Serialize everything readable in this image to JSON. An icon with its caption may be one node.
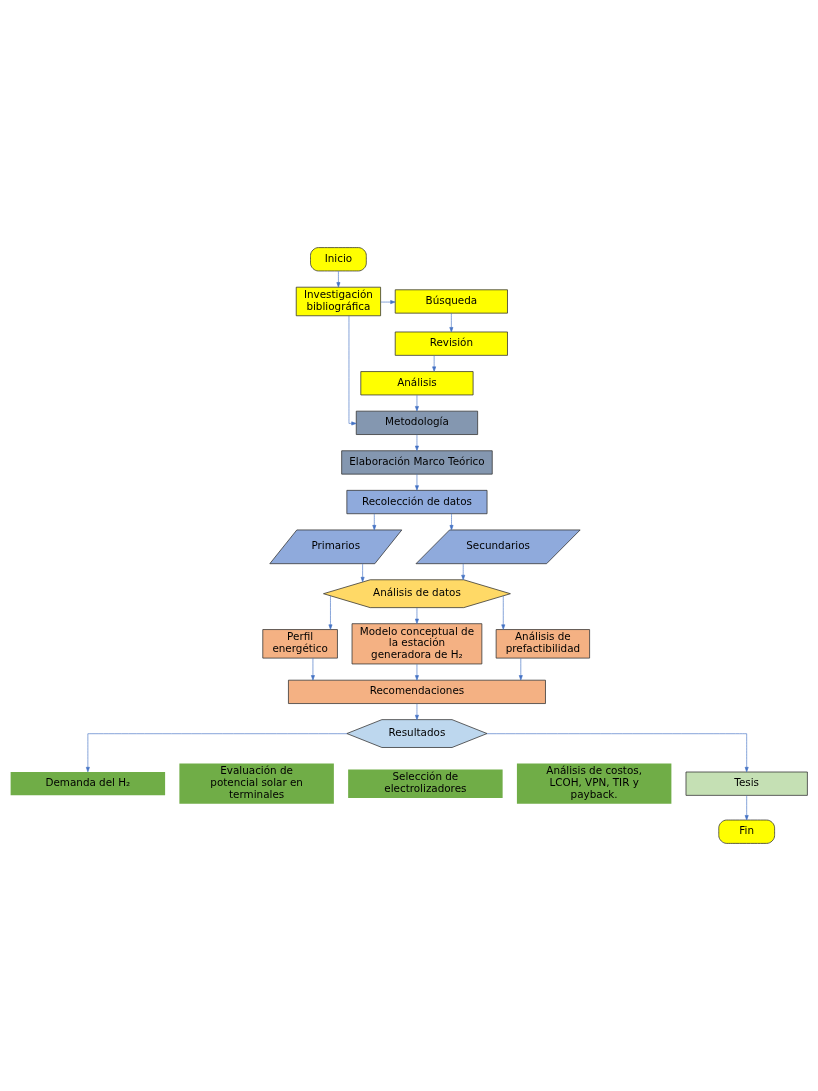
{
  "diagram": {
    "nodes": [
      {
        "text": [
          "Inicio"
        ]
      },
      {
        "text": [
          "Investigación bibliográfica"
        ]
      },
      {
        "text": [
          "Búsqueda"
        ]
      },
      {
        "text": [
          "Revisión"
        ]
      },
      {
        "text": [
          "Análisis"
        ]
      },
      {
        "text": [
          "Metodología"
        ]
      },
      {
        "text": [
          "Elaboración Marco Teórico"
        ]
      },
      {
        "text": [
          "Recolección de datos"
        ]
      },
      {
        "text": [
          "Primarios"
        ]
      },
      {
        "text": [
          "Secundarios"
        ]
      },
      {
        "text": [
          "Análisis de datos"
        ]
      },
      {
        "text": [
          "Perfil energético"
        ]
      },
      {
        "text": [
          "Modelo conceptual de la estación generadora de H₂"
        ]
      },
      {
        "text": [
          "Análisis de prefactibilidad"
        ]
      },
      {
        "text": [
          "Recomendaciones"
        ]
      },
      {
        "text": [
          "Resultados"
        ]
      },
      {
        "text": [
          "Demanda del H₂"
        ]
      },
      {
        "text": [
          "Evaluación de potencial solar en terminales"
        ]
      },
      {
        "text": [
          "Selección de electrolizadores"
        ]
      },
      {
        "text": [
          "Análisis de costos, LCOH, VPN, TIR y payback."
        ]
      },
      {
        "text": [
          "Tesis"
        ]
      },
      {
        "text": [
          "Fin"
        ]
      }
    ],
    "edges": [
      {
        "from": 0,
        "to": 1,
        "arrow": "to"
      },
      {
        "from": 1,
        "to": 2,
        "arrow": "to"
      },
      {
        "from": 2,
        "to": 3,
        "arrow": "to"
      },
      {
        "from": 3,
        "to": 4,
        "arrow": "to"
      },
      {
        "from": 1,
        "to": 5,
        "arrow": "to"
      },
      {
        "from": 4,
        "to": 5,
        "arrow": "to"
      },
      {
        "from": 5,
        "to": 6,
        "arrow": "to"
      },
      {
        "from": 6,
        "to": 7,
        "arrow": "to"
      },
      {
        "from": 7,
        "to": 8,
        "arrow": "to"
      },
      {
        "from": 7,
        "to": 9,
        "arrow": "to"
      },
      {
        "from": 8,
        "to": 10,
        "arrow": "to"
      },
      {
        "from": 9,
        "to": 10,
        "arrow": "to"
      },
      {
        "from": 10,
        "to": 11,
        "arrow": "to"
      },
      {
        "from": 10,
        "to": 12,
        "arrow": "to"
      },
      {
        "from": 10,
        "to": 13,
        "arrow": "to"
      },
      {
        "from": 11,
        "to": 14,
        "arrow": "to"
      },
      {
        "from": 12,
        "to": 14,
        "arrow": "to"
      },
      {
        "from": 13,
        "to": 14,
        "arrow": "to"
      },
      {
        "from": 14,
        "to": 15,
        "arrow": "to"
      },
      {
        "from": 15,
        "to": 16,
        "arrow": "to"
      },
      {
        "from": 15,
        "to": 20,
        "arrow": "to"
      },
      {
        "from": 20,
        "to": 21,
        "arrow": "to"
      }
    ]
  }
}
